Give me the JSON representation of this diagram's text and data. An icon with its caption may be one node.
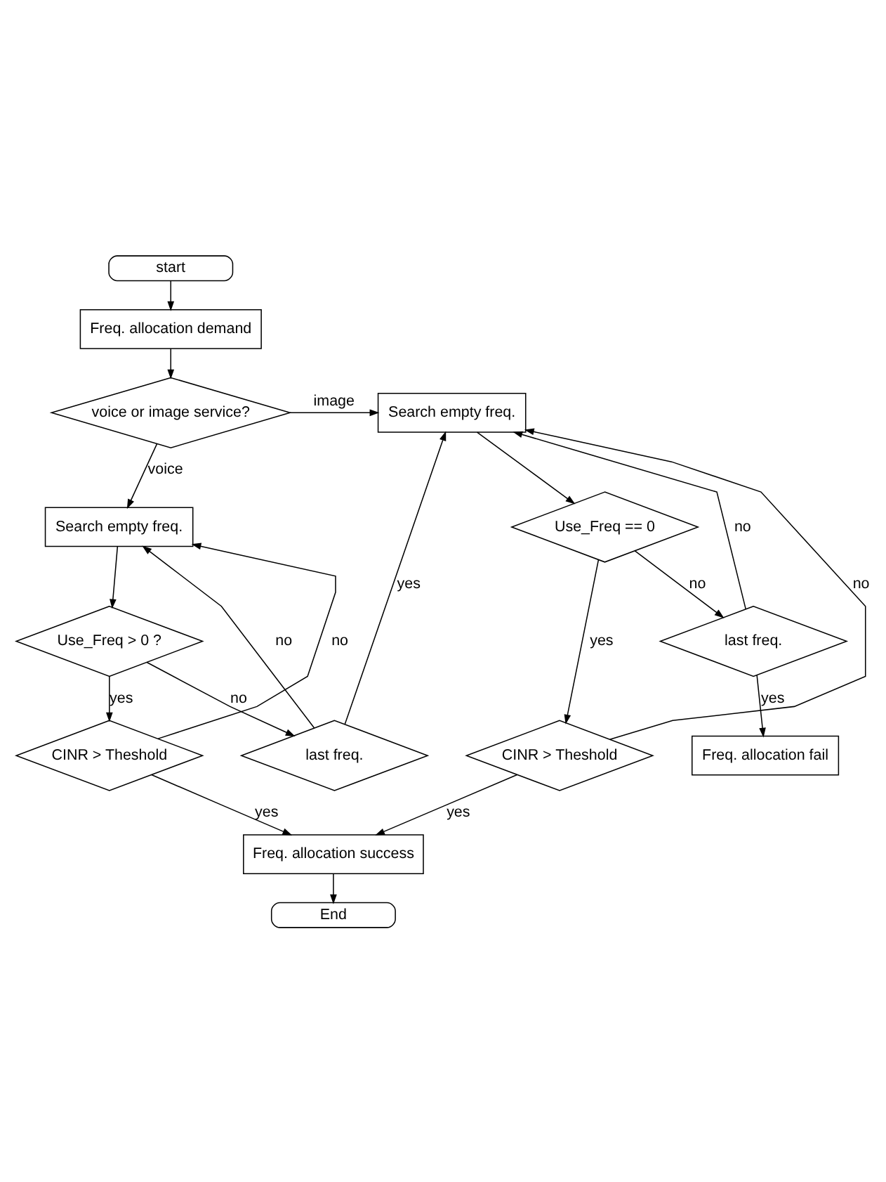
{
  "diagram": {
    "nodes": [
      {
        "text": [
          "start"
        ]
      },
      {
        "text": [
          "Freq. allocation demand"
        ]
      },
      {
        "text": [
          "voice or image service?"
        ]
      },
      {
        "text": [
          "Search empty freq."
        ]
      },
      {
        "text": [
          "Use_Freq > 0 ?"
        ]
      },
      {
        "text": [
          "last freq."
        ]
      },
      {
        "text": [
          "Search empty freq."
        ]
      },
      {
        "text": [
          "Use_Freq == 0"
        ]
      },
      {
        "text": [
          "last freq."
        ]
      },
      {
        "text": [
          "Freq. allocation fail"
        ]
      },
      {
        "text": [
          "CINR > Theshold"
        ]
      },
      {
        "text": [
          "CINR > Theshold"
        ]
      },
      {
        "text": [
          "Freq. allocation success"
        ]
      },
      {
        "text": [
          "End"
        ]
      }
    ],
    "edges": [
      {
        "from": 0,
        "to": 1,
        "arrow": "to"
      },
      {
        "from": 1,
        "to": 2,
        "arrow": "to"
      },
      {
        "from": 2,
        "to": 6,
        "arrow": "to",
        "label": "image"
      },
      {
        "from": 2,
        "to": 3,
        "arrow": "to",
        "label": "voice"
      },
      {
        "from": 3,
        "to": 4,
        "arrow": "to"
      },
      {
        "from": 4,
        "to": 5,
        "arrow": "to",
        "label": "no"
      },
      {
        "from": 5,
        "to": 3,
        "arrow": "to",
        "label": "no"
      },
      {
        "from": 5,
        "to": 6,
        "arrow": "to",
        "label": "yes"
      },
      {
        "from": 4,
        "to": 10,
        "arrow": "to",
        "label": "yes"
      },
      {
        "from": 10,
        "to": 3,
        "arrow": "to",
        "label": "no"
      },
      {
        "from": 6,
        "to": 7,
        "arrow": "to"
      },
      {
        "from": 7,
        "to": 8,
        "arrow": "to",
        "label": "no"
      },
      {
        "from": 8,
        "to": 6,
        "arrow": "to",
        "label": "no"
      },
      {
        "from": 8,
        "to": 9,
        "arrow": "to",
        "label": "yes"
      },
      {
        "from": 7,
        "to": 11,
        "arrow": "to",
        "label": "yes"
      },
      {
        "from": 11,
        "to": 6,
        "arrow": "to",
        "label": "no"
      },
      {
        "from": 10,
        "to": 12,
        "arrow": "to",
        "label": "yes"
      },
      {
        "from": 11,
        "to": 12,
        "arrow": "to",
        "label": "yes"
      },
      {
        "from": 12,
        "to": 13,
        "arrow": "to"
      }
    ]
  }
}
